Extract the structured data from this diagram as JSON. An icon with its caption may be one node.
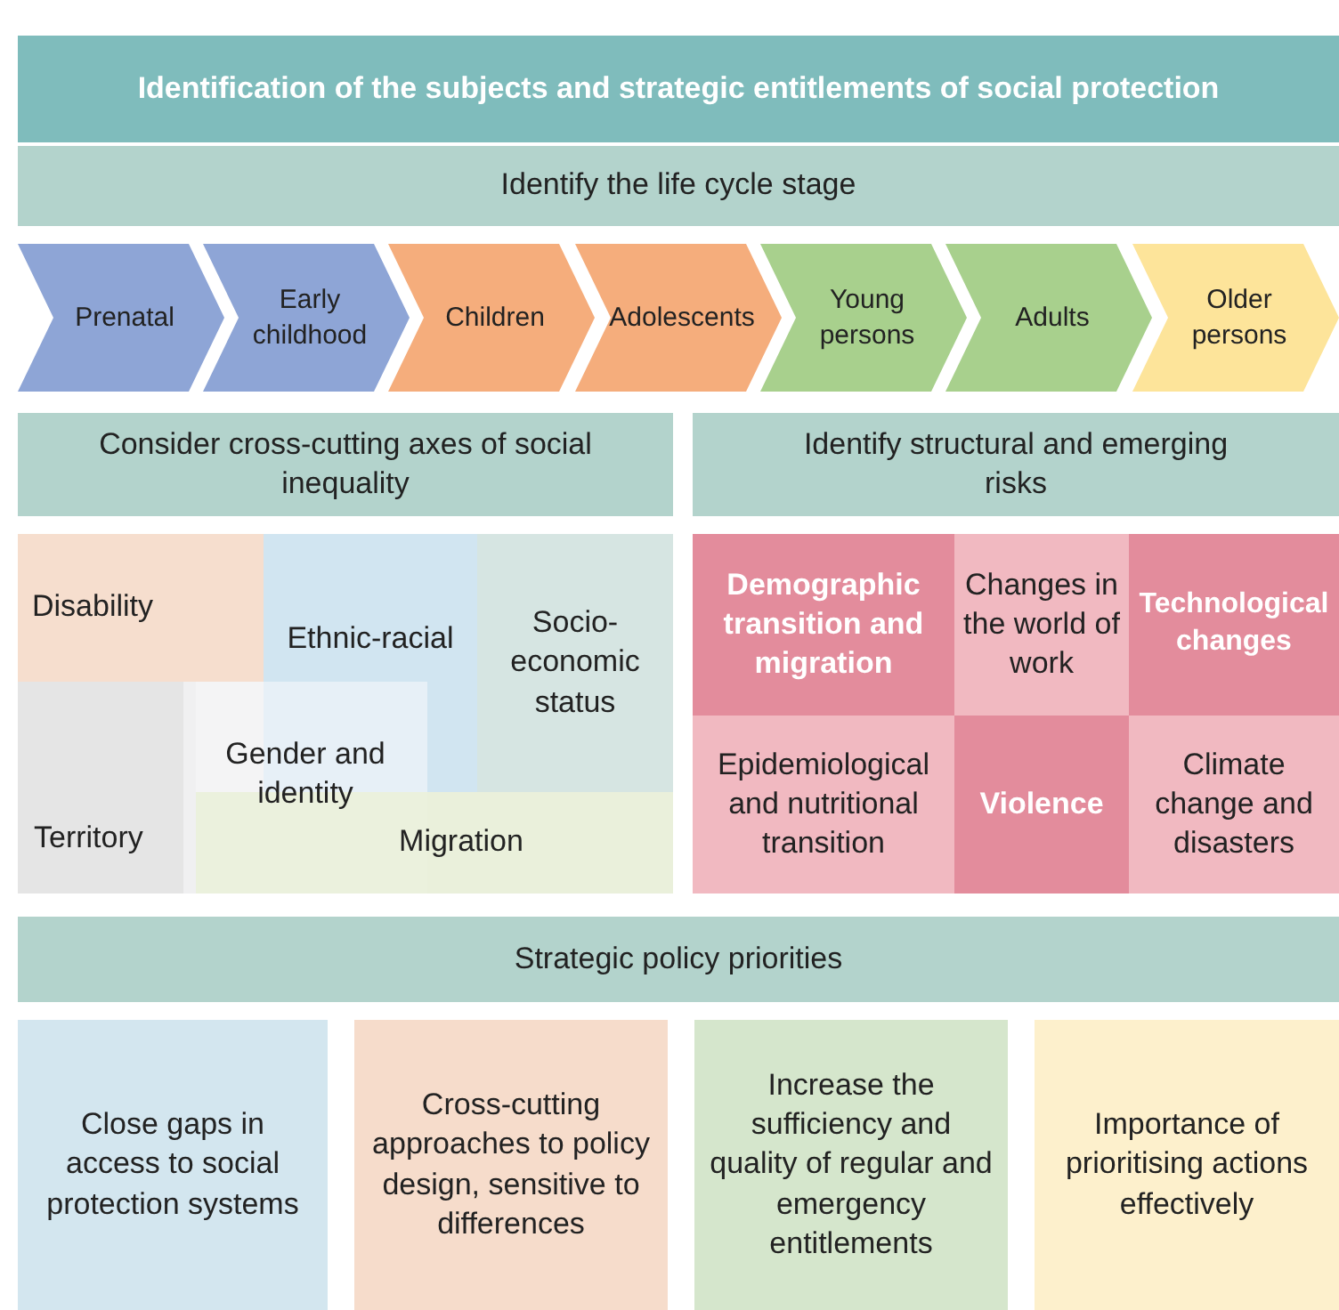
{
  "diagram": {
    "nodes": [
      {
        "text": [
          "Identification of the subjects and strategic entitlements of social protection"
        ]
      },
      {
        "text": [
          "Identify the life cycle stage"
        ]
      },
      {
        "text": [
          "Prenatal"
        ]
      },
      {
        "text": [
          "Early childhood"
        ]
      },
      {
        "text": [
          "Children"
        ]
      },
      {
        "text": [
          "Adolescents"
        ]
      },
      {
        "text": [
          "Young persons"
        ]
      },
      {
        "text": [
          "Adults"
        ]
      },
      {
        "text": [
          "Older persons"
        ]
      },
      {
        "text": [
          "Consider cross-cutting axes of social inequality"
        ]
      },
      {
        "text": [
          "Identify structural and emerging risks"
        ]
      },
      {
        "text": [
          "Disability"
        ]
      },
      {
        "text": [
          "Ethnic-racial"
        ]
      },
      {
        "text": [
          "Socio-economic status"
        ]
      },
      {
        "text": [
          "Territory"
        ]
      },
      {
        "text": [
          "Gender and identity"
        ]
      },
      {
        "text": [
          "Migration"
        ]
      },
      {
        "text": [
          "Demographic transition and migration"
        ]
      },
      {
        "text": [
          "Changes in the world of work"
        ]
      },
      {
        "text": [
          "Technological changes"
        ]
      },
      {
        "text": [
          "Epidemiological and nutritional transition"
        ]
      },
      {
        "text": [
          "Violence"
        ]
      },
      {
        "text": [
          "Climate change and disasters"
        ]
      },
      {
        "text": [
          "Strategic policy priorities"
        ]
      },
      {
        "text": [
          "Close gaps in access to social protection systems"
        ]
      },
      {
        "text": [
          "Cross-cutting approaches to policy design, sensitive to differences"
        ]
      },
      {
        "text": [
          "Increase the sufficiency and quality of regular and emergency entitlements"
        ]
      },
      {
        "text": [
          "Importance of prioritising actions effectively"
        ]
      }
    ]
  }
}
